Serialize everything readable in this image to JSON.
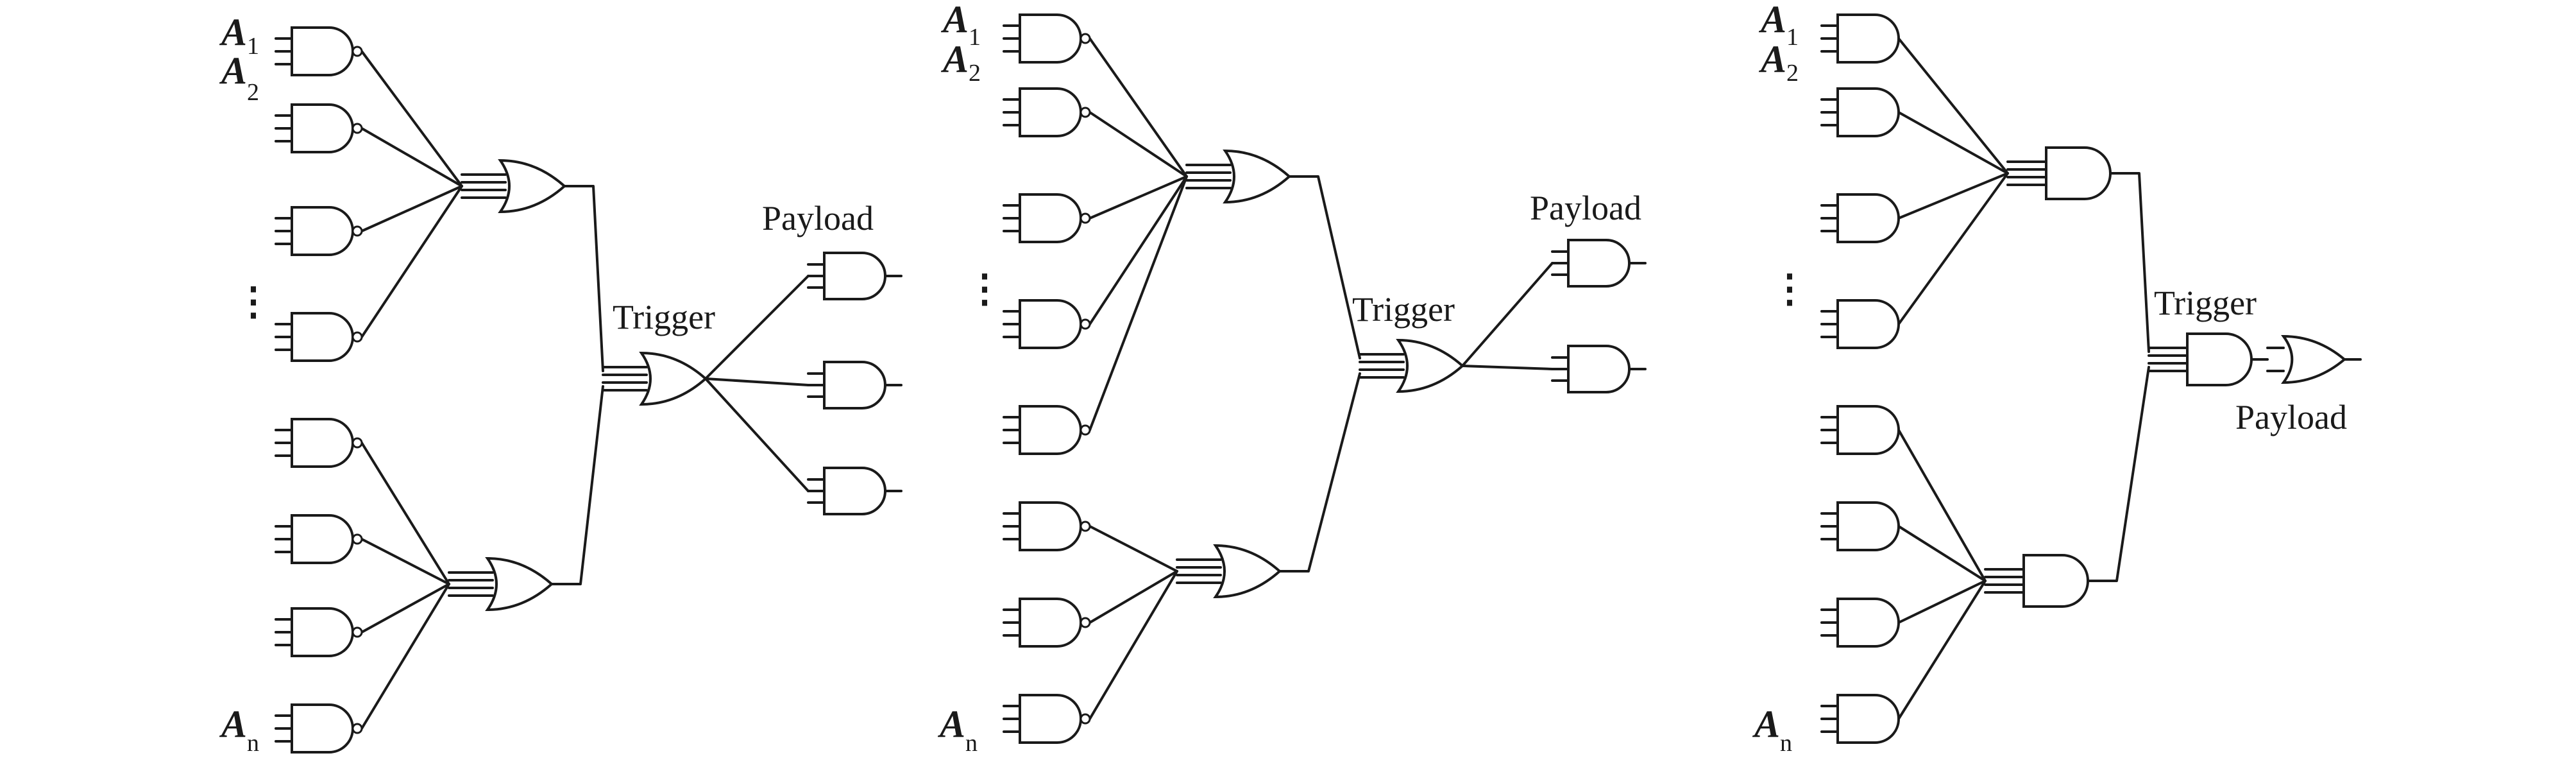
{
  "colors": {
    "stroke": "#1a1a1a",
    "background": "#ffffff"
  },
  "labels": {
    "trigger": "Trigger",
    "payload": "Payload",
    "input_var": "A",
    "sub_1": "1",
    "sub_2": "2",
    "sub_n": "n",
    "ellipsis": "⋮"
  },
  "panels": [
    {
      "first_stage_gate": "nand",
      "merge_gate": "or",
      "trigger_gate": "or",
      "payload_gate": "and",
      "payload_count": 3
    },
    {
      "first_stage_gate": "nand",
      "merge_gate": "or",
      "trigger_gate": "or",
      "payload_gate": "and",
      "payload_count": 2
    },
    {
      "first_stage_gate": "and",
      "merge_gate": "and",
      "trigger_gate": "and",
      "payload_gate": "or",
      "payload_count": 1
    }
  ]
}
